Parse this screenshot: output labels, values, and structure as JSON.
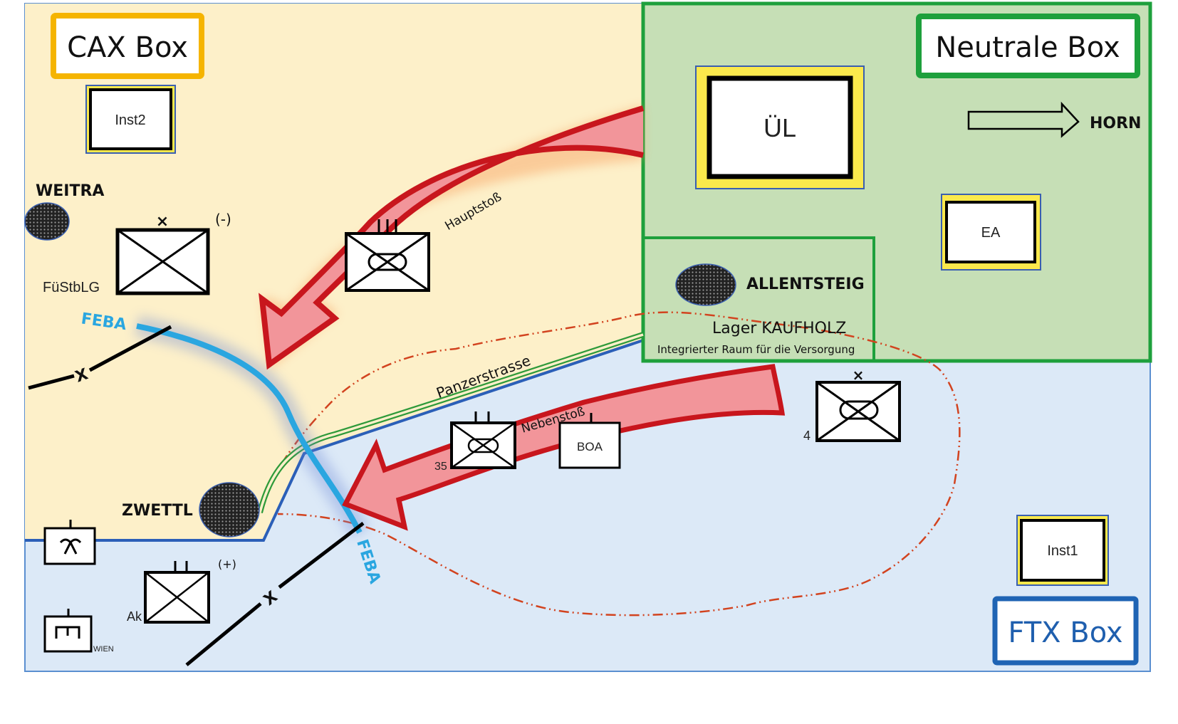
{
  "map": {
    "zones": {
      "cax": {
        "title": "CAX Box",
        "fill": "#fdf0c9",
        "title_border": "#f5b400"
      },
      "neutral": {
        "title": "Neutrale Box",
        "fill": "#c6dfb6",
        "title_border": "#1ea03c"
      },
      "ftx": {
        "title": "FTX Box",
        "fill": "#dce9f7",
        "title_border": "#1f64b4",
        "title_color": "#1f5fae"
      }
    },
    "installations": {
      "inst2": "Inst2",
      "inst1": "Inst1",
      "ul": "ÜL",
      "ea": "EA",
      "boa": "BOA"
    },
    "places": {
      "weitra": "WEITRA",
      "zwettl": "ZWETTL",
      "allentsteig": "ALLENTSTEIG",
      "lager": "Lager KAUFHOLZ",
      "lager_sub": "Integrierter Raum für die Versorgung",
      "horn": "HORN"
    },
    "units": {
      "fustblg_label": "FüStbLG",
      "fustblg_modifier": "(-)",
      "fustblg_echelon": "×",
      "ak_label": "Ak",
      "ak_modifier": "(+)",
      "unit35_label": "35",
      "unit4_label": "4",
      "unit4_echelon": "×",
      "wien_label": "WIEN"
    },
    "attacks": {
      "main": "Hauptstoß",
      "secondary": "Nebenstoß"
    },
    "lines": {
      "feba_top": "FEBA",
      "feba_bottom": "FEBA",
      "boundary_marker_top": "X",
      "boundary_marker_bottom": "X",
      "road": "Panzerstrasse"
    },
    "colors": {
      "attack_fill": "#f2959a",
      "attack_stroke": "#c8161d",
      "feba": "#2aa6e0",
      "boundary_blue": "#2b5fb8",
      "road_green": "#2e9a3a",
      "supply_area": "#d2431f"
    }
  }
}
